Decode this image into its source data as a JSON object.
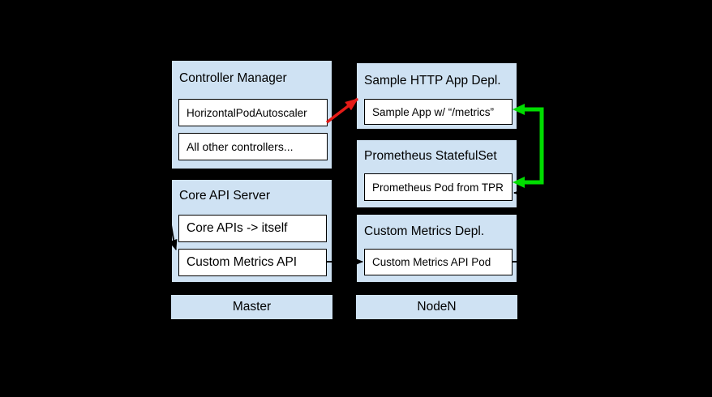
{
  "colors": {
    "background": "#000000",
    "group_fill": "#cfe2f3",
    "node_fill": "#ffffff",
    "border": "#000000",
    "red_arrow": "#e41b17",
    "green_arrow": "#00dd00",
    "black_arrow": "#000000"
  },
  "groups": {
    "controller_manager": {
      "title": "Controller Manager",
      "items": [
        "HorizontalPodAutoscaler",
        "All other controllers..."
      ]
    },
    "core_api_server": {
      "title": "Core API Server",
      "items": [
        "Core APIs -> itself",
        "Custom Metrics API"
      ]
    },
    "sample_http_app": {
      "title": "Sample HTTP App Depl.",
      "items": [
        "Sample App w/ “/metrics”"
      ]
    },
    "prometheus_statefulset": {
      "title": "Prometheus StatefulSet",
      "items": [
        "Prometheus Pod from TPR"
      ]
    },
    "custom_metrics_depl": {
      "title": "Custom Metrics Depl.",
      "items": [
        "Custom Metrics API Pod"
      ]
    }
  },
  "zones": {
    "master": "Master",
    "node": "NodeN"
  },
  "arrows": [
    {
      "from": "HorizontalPodAutoscaler",
      "to": "Sample HTTP App Depl.",
      "color": "#e41b17",
      "bidirectional": false
    },
    {
      "from": "HorizontalPodAutoscaler",
      "to": "Custom Metrics API",
      "color": "#000000",
      "bidirectional": false
    },
    {
      "from": "Custom Metrics API",
      "to": "Custom Metrics API Pod",
      "color": "#000000",
      "bidirectional": false
    },
    {
      "from": "Custom Metrics API Pod",
      "to": "Prometheus Pod from TPR",
      "color": "#000000",
      "bidirectional": false
    },
    {
      "from": "Prometheus Pod from TPR",
      "to": "Sample App w/ “/metrics”",
      "color": "#00dd00",
      "bidirectional": true
    }
  ]
}
